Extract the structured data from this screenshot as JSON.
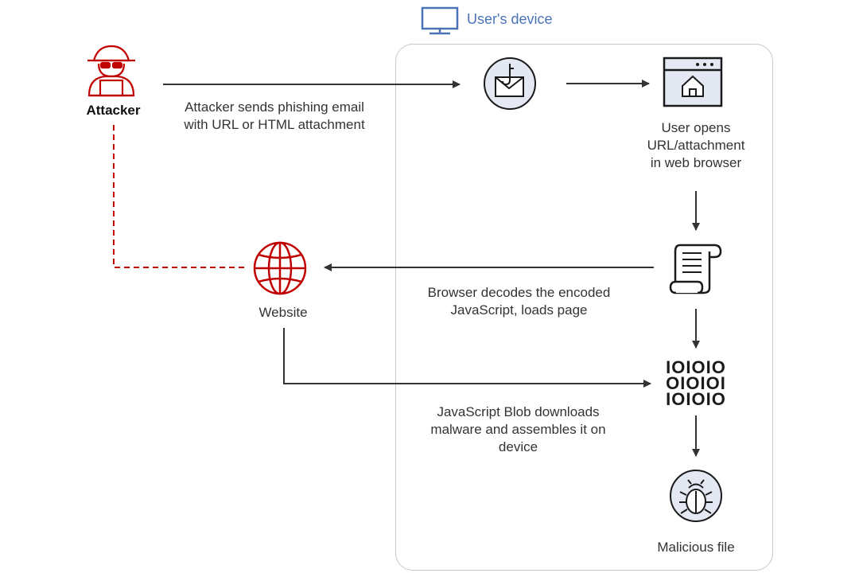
{
  "device": {
    "title": "User's device"
  },
  "attacker": {
    "label": "Attacker"
  },
  "phishing_step": {
    "lines": [
      "Attacker sends phishing email",
      "with URL or HTML attachment"
    ]
  },
  "browser_step": {
    "lines": [
      "User opens",
      "URL/attachment",
      "in web browser"
    ]
  },
  "decode_step": {
    "lines": [
      "Browser decodes the encoded",
      "JavaScript, loads page"
    ]
  },
  "website": {
    "label": "Website"
  },
  "blob_step": {
    "lines": [
      "JavaScript Blob downloads",
      "malware and assembles it on",
      "device"
    ]
  },
  "binary": {
    "lines": [
      "IOIOIO",
      "OIOIOI",
      "IOIOIO"
    ]
  },
  "malicious": {
    "label": "Malicious file"
  },
  "colors": {
    "accent_red": "#c00000",
    "device_blue": "#4a73b6",
    "icon_fill": "#e3e8f3",
    "line": "#333333"
  },
  "icons": {
    "monitor": "monitor-icon",
    "attacker": "hacker-icon",
    "email": "phishing-email-icon",
    "browser": "browser-window-icon",
    "script": "script-scroll-icon",
    "globe": "globe-icon",
    "bug": "bug-icon"
  }
}
